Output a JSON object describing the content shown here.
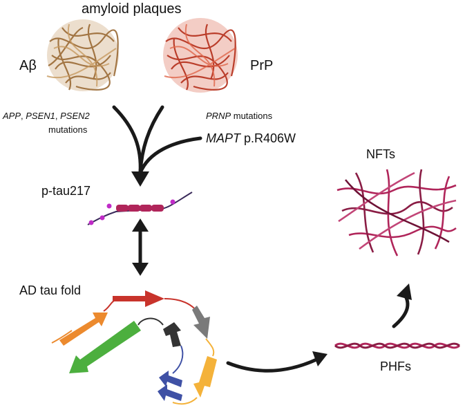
{
  "labels": {
    "plaques_title": "amyloid plaques",
    "abeta": "Aβ",
    "prp": "PrP",
    "app_line1_a": "APP",
    "app_line1_sep1": ", ",
    "app_line1_b": "PSEN1",
    "app_line1_sep2": ", ",
    "app_line1_c": "PSEN2",
    "app_line2": "mutations",
    "prnp_gene": "PRNP",
    "prnp_suffix": " mutations",
    "mapt_gene": "MAPT",
    "mapt_suffix": " p.R406W",
    "ptau": "p-tau217",
    "fold": "AD tau fold",
    "nfts": "NFTs",
    "phfs": "PHFs"
  },
  "colors": {
    "abeta": "#a8773f",
    "prp": "#c23a22",
    "tau": "#b0255a",
    "phospho": "#c02cc8",
    "arrow": "#1a1a1a",
    "strand_red": "#c8332b",
    "strand_orange": "#ec8a2e",
    "strand_green": "#4caf3e",
    "strand_gray": "#7a7a7a",
    "strand_dark": "#333333",
    "strand_yellow": "#f4b23a",
    "strand_blue": "#3f51a5"
  }
}
